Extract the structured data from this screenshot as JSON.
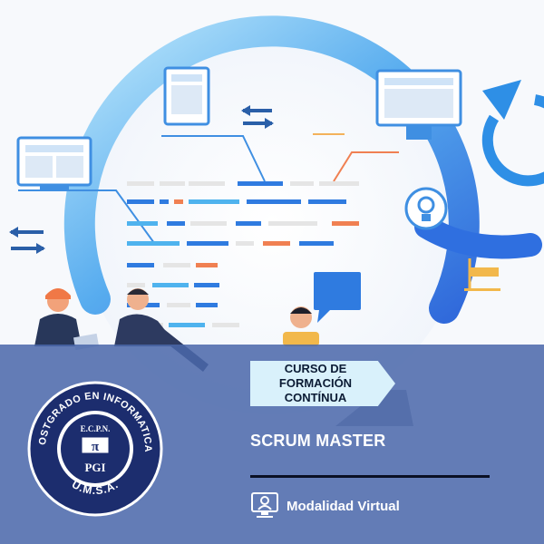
{
  "banner": {
    "line1": "CURSO DE FORMACIÓN",
    "line2": "CONTÍNUA"
  },
  "course": {
    "title": "SCRUM MASTER"
  },
  "modality": {
    "label": "Modalidad Virtual",
    "icon": "video-conference-icon"
  },
  "logo": {
    "top_text": "POSTGRADO EN INFORMATICA",
    "bottom_text": "U.M.S.A.",
    "inner_top": "E.C.P.N.",
    "inner_bottom": "PGI",
    "symbol": "π"
  },
  "colors": {
    "accent_blue": "#2f7be0",
    "light_blue": "#4fb3ee",
    "orange": "#f08052",
    "panel_blue": "#4a68aa",
    "banner_bg": "#d9f1fb",
    "logo_navy": "#1c2d6e"
  }
}
